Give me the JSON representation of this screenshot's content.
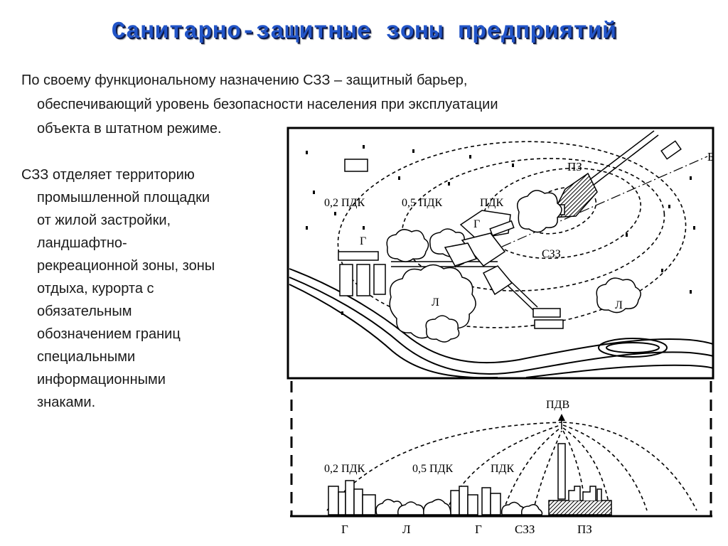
{
  "title": "Санитарно-защитные зоны предприятий",
  "paragraph1": {
    "first": "По своему функциональному назначению СЗЗ – защитный  барьер,",
    "rest": [
      "обеспечивающий уровень безопасности населения при эксплуатации",
      "объекта в штатном режиме."
    ]
  },
  "paragraph2": {
    "first": "СЗЗ отделяет территорию",
    "rest": [
      "промышленной площадки",
      "от жилой застройки,",
      "ландшафтно-",
      "рекреационной зоны, зоны",
      "отдыха, курорта с",
      "обязательным",
      "обозначением границ",
      "специальными",
      "информационными",
      "знаками."
    ]
  },
  "plan": {
    "label_b": "Б",
    "label_pz": "ПЗ",
    "label_02": "0,2 ПДК",
    "label_05": "0,5 ПДК",
    "label_pdk": "ПДК",
    "label_g1": "Г",
    "label_g2": "Г",
    "label_szz": "СЗЗ",
    "label_l1": "Л",
    "label_l2": "Л"
  },
  "section": {
    "label_pdv": "ПДВ",
    "label_02": "0,2 ПДК",
    "label_05": "0,5 ПДК",
    "label_pdk": "ПДК",
    "bottom_labels": [
      "Г",
      "Л",
      "Г",
      "СЗЗ",
      "ПЗ"
    ]
  }
}
